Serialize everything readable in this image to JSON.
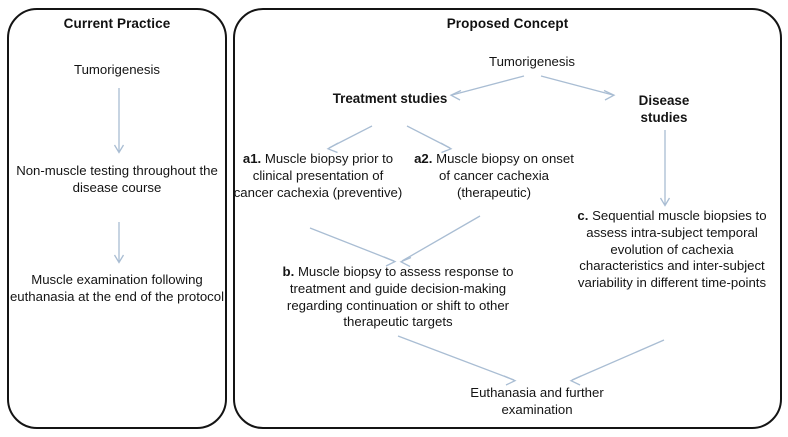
{
  "figure": {
    "panels": [
      {
        "id": "current-practice",
        "title": "Current Practice",
        "nodes": [
          {
            "id": "tumorigenesis",
            "text": "Tumorigenesis"
          },
          {
            "id": "non-muscle-testing",
            "text": "Non-muscle testing throughout the disease course"
          },
          {
            "id": "muscle-examination",
            "text": "Muscle examination following euthanasia at the end of the protocol"
          }
        ]
      },
      {
        "id": "proposed-concept",
        "title": "Proposed Concept",
        "nodes": [
          {
            "id": "tumorigenesis",
            "text": "Tumorigenesis"
          },
          {
            "id": "treatment-studies",
            "text": "Treatment studies"
          },
          {
            "id": "disease-studies",
            "text": "Disease studies"
          },
          {
            "id": "a1",
            "label": "a1.",
            "text": "Muscle biopsy prior to clinical presentation of cancer cachexia (preventive)"
          },
          {
            "id": "a2",
            "label": "a2.",
            "text": "Muscle biopsy on onset of cancer cachexia (therapeutic)"
          },
          {
            "id": "b",
            "label": "b.",
            "text": "Muscle biopsy to assess response to treatment and guide decision-making regarding continuation or shift to other therapeutic targets"
          },
          {
            "id": "c",
            "label": "c.",
            "text": "Sequential muscle biopsies to assess intra-subject temporal evolution of cachexia characteristics and inter-subject variability in different time-points"
          },
          {
            "id": "euthanasia",
            "text": "Euthanasia and further examination"
          }
        ]
      }
    ],
    "connections": [
      {
        "from": "current.tumorigenesis",
        "to": "current.non-muscle-testing",
        "style": "straight-down"
      },
      {
        "from": "current.non-muscle-testing",
        "to": "current.muscle-examination",
        "style": "straight-down"
      },
      {
        "from": "proposed.tumorigenesis",
        "to": "proposed.treatment-studies",
        "style": "diagonal-left"
      },
      {
        "from": "proposed.tumorigenesis",
        "to": "proposed.disease-studies",
        "style": "diagonal-right"
      },
      {
        "from": "proposed.treatment-studies",
        "to": "proposed.a1",
        "style": "diagonal-left"
      },
      {
        "from": "proposed.treatment-studies",
        "to": "proposed.a2",
        "style": "diagonal-right"
      },
      {
        "from": "proposed.a1",
        "to": "proposed.b",
        "style": "diagonal-right"
      },
      {
        "from": "proposed.a2",
        "to": "proposed.b",
        "style": "diagonal-left"
      },
      {
        "from": "proposed.disease-studies",
        "to": "proposed.c",
        "style": "straight-down"
      },
      {
        "from": "proposed.b",
        "to": "proposed.euthanasia",
        "style": "diagonal-right"
      },
      {
        "from": "proposed.c",
        "to": "proposed.euthanasia",
        "style": "diagonal-left"
      }
    ],
    "colors": {
      "panel_border": "#141414",
      "arrow": "#a9bdd3",
      "text": "#141414",
      "background": "#ffffff"
    }
  },
  "left": {
    "title": "Current Practice",
    "tumorigenesis": "Tumorigenesis",
    "non_muscle_testing": "Non-muscle testing throughout the disease course",
    "muscle_examination": "Muscle examination following euthanasia at the end of the protocol"
  },
  "right": {
    "title": "Proposed Concept",
    "tumorigenesis": "Tumorigenesis",
    "treatment_studies": "Treatment studies",
    "disease_studies": "Disease studies",
    "a1_label": "a1.",
    "a1_text": " Muscle biopsy prior to clinical presentation of cancer cachexia (preventive)",
    "a2_label": "a2.",
    "a2_text": " Muscle biopsy on onset of cancer cachexia (therapeutic)",
    "b_label": "b.",
    "b_text": " Muscle biopsy to assess response to treatment and guide decision-making regarding continuation or shift to other therapeutic targets",
    "c_label": "c.",
    "c_text": " Sequential muscle biopsies to assess intra-subject temporal evolution of cachexia characteristics and inter-subject variability in different time-points",
    "euthanasia": "Euthanasia and further examination"
  }
}
